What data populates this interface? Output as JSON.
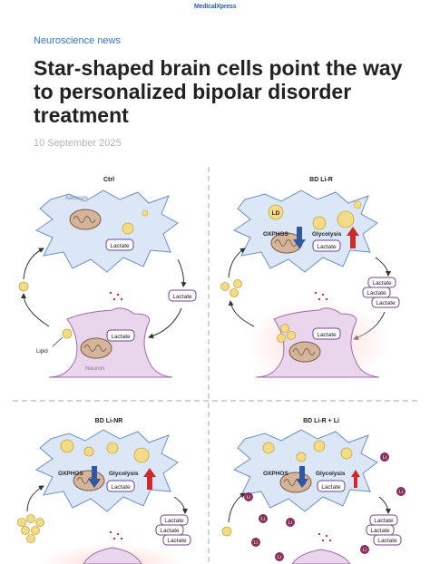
{
  "header": {
    "logo_text": "MedicalXpress",
    "category": "Neuroscience news",
    "title": "Star-shaped brain cells point the way to personalized bipolar disorder treatment",
    "date": "10 September 2025"
  },
  "figure": {
    "panels": [
      {
        "title": "Ctrl",
        "lactate_label": "Lactate",
        "astrocyte_label": "Astrocyte",
        "neuron_label": "Neuron",
        "lipid_label": "Lipid"
      },
      {
        "title": "BD Li-R",
        "ld_label": "LD",
        "oxphos_label": "OXPHOS",
        "glycolysis_label": "Glycolysis",
        "lactate_label": "Lactate"
      },
      {
        "title": "BD Li-NR",
        "oxphos_label": "OXPHOS",
        "glycolysis_label": "Glycolysis",
        "lactate_label": "Lactate"
      },
      {
        "title": "BD Li-R + Li",
        "oxphos_label": "OXPHOS",
        "glycolysis_label": "Glycolysis",
        "lactate_label": "Lactate",
        "li_label": "Li"
      }
    ],
    "colors": {
      "astrocyte": "#dbe7f6",
      "neuron": "#e9d5ec",
      "lipid": "#f3dc86",
      "mitochondria": "#d4b49a",
      "down_arrow": "#2f57a6",
      "up_arrow": "#cc2b2b",
      "lithium": "#8b2f5c"
    }
  }
}
